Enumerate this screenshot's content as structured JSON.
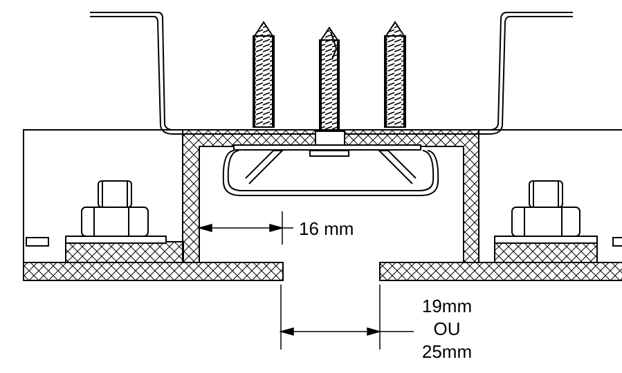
{
  "diagram": {
    "dimensions": {
      "inner_gap": "16 mm",
      "slot_option_a": "19mm",
      "slot_or": "OU",
      "slot_option_b": "25mm"
    },
    "colors": {
      "ink": "#000000",
      "background": "#ffffff"
    }
  }
}
